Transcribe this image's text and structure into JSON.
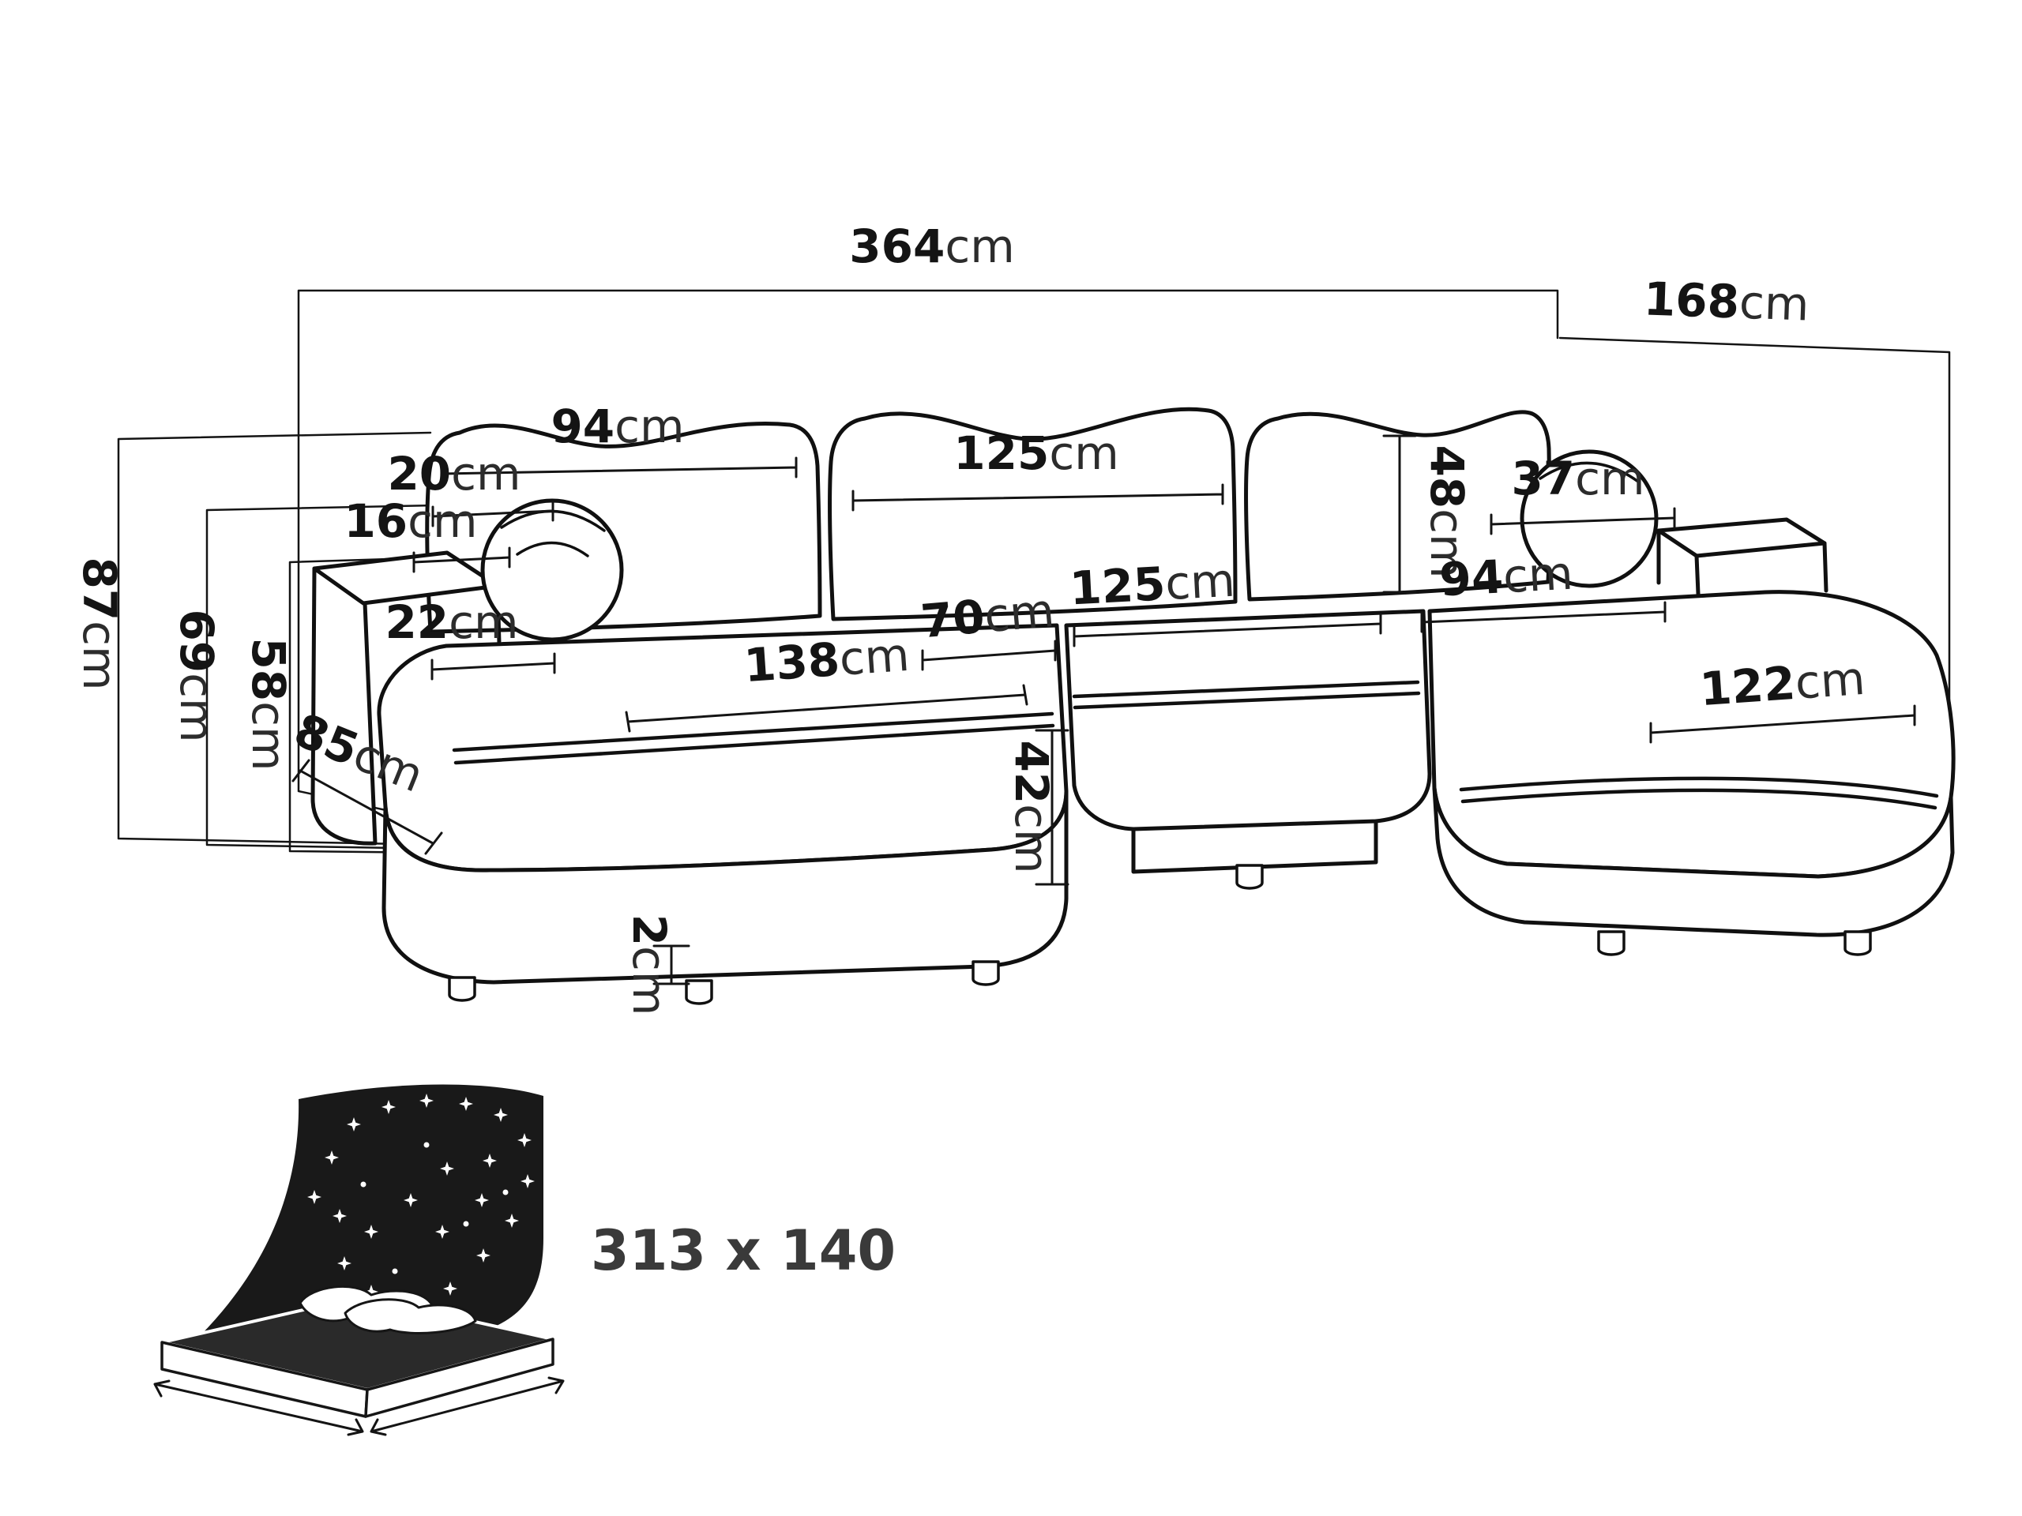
{
  "colors": {
    "background": "#ffffff",
    "line": "#141414",
    "label_text": "#141414",
    "sleeping_text": "#3a3a3a",
    "headboard_fill": "#191919",
    "mattress_top_fill": "#2a2a2a"
  },
  "diagram": {
    "labels": {
      "total_width": {
        "v": "364",
        "u": "cm"
      },
      "right_depth": {
        "v": "168",
        "u": "cm"
      },
      "back_cushion_left_width": {
        "v": "94",
        "u": "cm"
      },
      "back_cushion_middle_width": {
        "v": "125",
        "u": "cm"
      },
      "back_cushion_height": {
        "v": "48",
        "u": "cm"
      },
      "bolster_pillow_diameter": {
        "v": "37",
        "u": "cm"
      },
      "armrest_pad_depth": {
        "v": "20",
        "u": "cm"
      },
      "armrest_gap_height": {
        "v": "16",
        "u": "cm"
      },
      "armrest_width": {
        "v": "22",
        "u": "cm"
      },
      "total_height": {
        "v": "87",
        "u": "cm"
      },
      "backrest_height": {
        "v": "69",
        "u": "cm"
      },
      "armrest_height": {
        "v": "58",
        "u": "cm"
      },
      "left_chaise_width": {
        "v": "85",
        "u": "cm"
      },
      "left_chaise_length": {
        "v": "138",
        "u": "cm"
      },
      "seat_depth": {
        "v": "70",
        "u": "cm"
      },
      "middle_seat_width": {
        "v": "125",
        "u": "cm"
      },
      "right_seat_width": {
        "v": "94",
        "u": "cm"
      },
      "right_chaise_length": {
        "v": "122",
        "u": "cm"
      },
      "seat_height": {
        "v": "42",
        "u": "cm"
      },
      "leg_height": {
        "v": "2",
        "u": "cm"
      }
    },
    "sleeping_area": {
      "label": "313 x 140",
      "icon": "bed-starry-night-icon"
    }
  }
}
